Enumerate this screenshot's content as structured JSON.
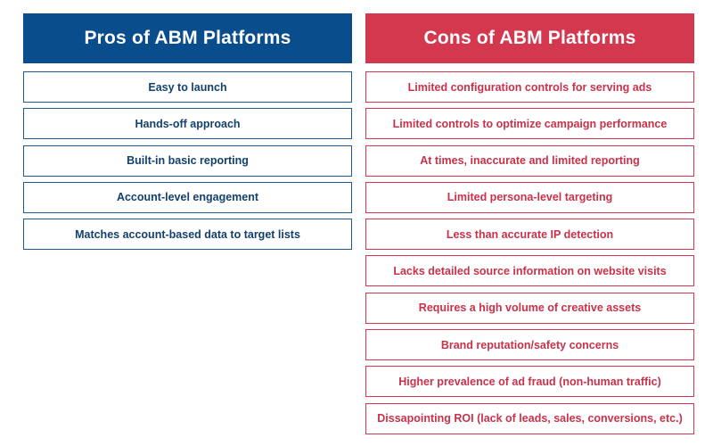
{
  "pros": {
    "title": "Pros of ABM Platforms",
    "items": [
      "Easy to launch",
      "Hands-off approach",
      "Built-in basic reporting",
      "Account-level engagement",
      "Matches account-based data to target lists"
    ]
  },
  "cons": {
    "title": "Cons of ABM Platforms",
    "items": [
      "Limited configuration controls for serving ads",
      "Limited controls to optimize campaign performance",
      "At times, inaccurate and limited reporting",
      "Limited persona-level targeting",
      "Less than accurate IP detection",
      "Lacks detailed source information on website visits",
      "Requires a high volume of creative assets",
      "Brand reputation/safety concerns",
      "Higher prevalence of ad fraud (non-human traffic)",
      "Dissapointing ROI (lack of leads, sales, conversions, etc.)"
    ]
  },
  "colors": {
    "pros_accent": "#0a4d8c",
    "cons_accent": "#d4384f"
  }
}
